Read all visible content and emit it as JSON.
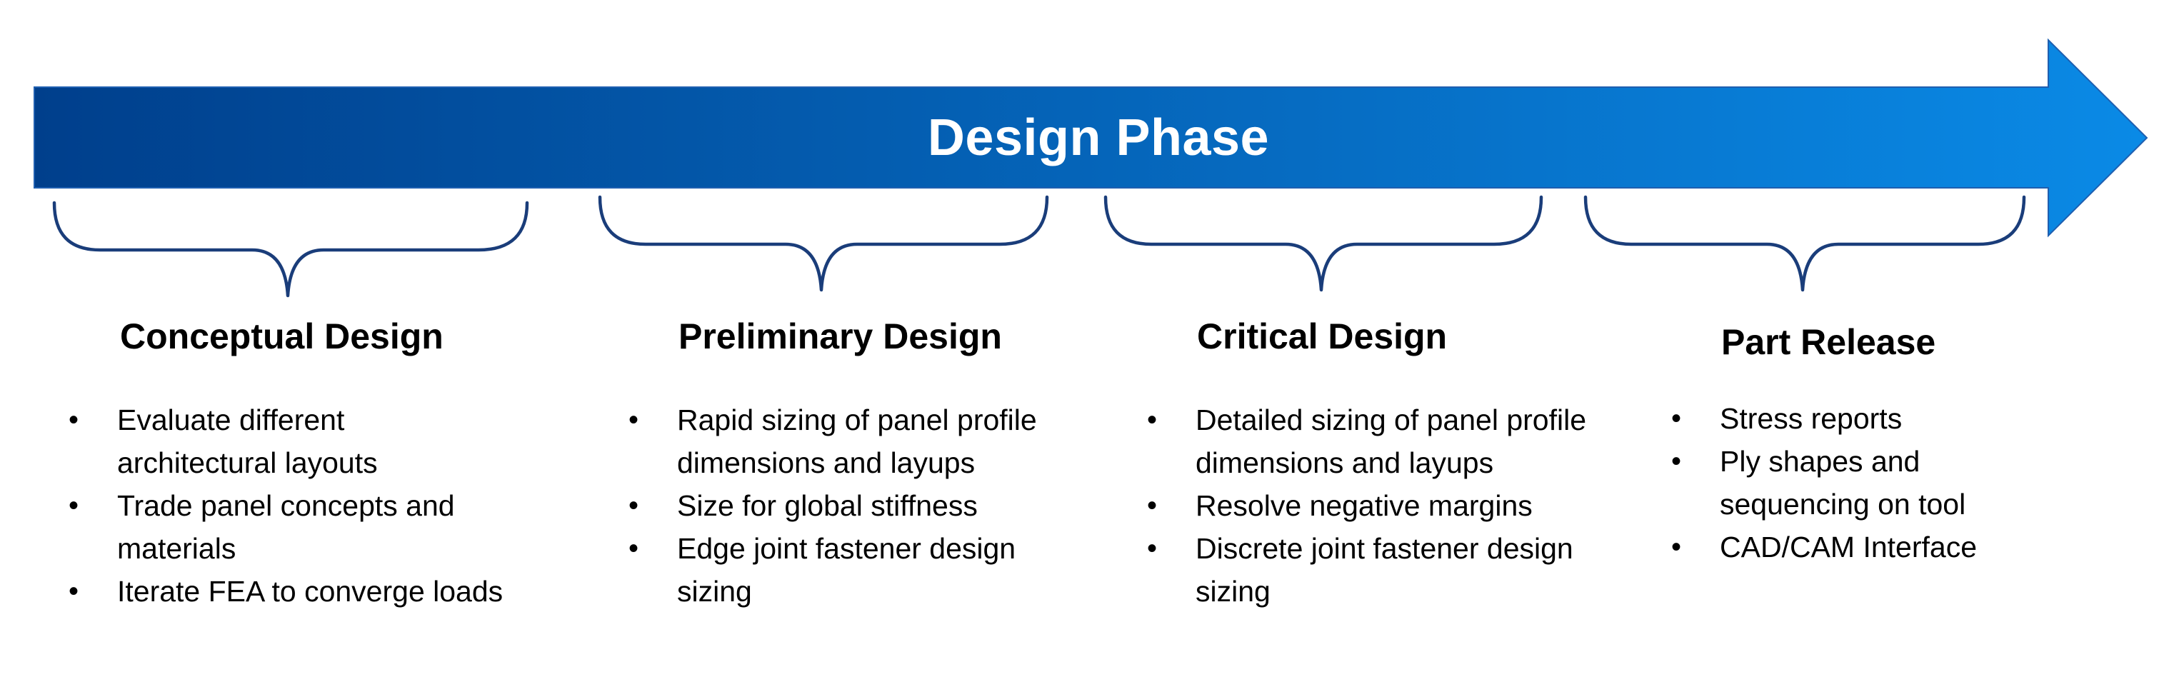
{
  "arrow": {
    "label": "Design Phase",
    "gradient_start": "#003f8c",
    "gradient_end": "#0a8ae6"
  },
  "brace_color": "#1a3d7a",
  "phases": [
    {
      "title": "Conceptual Design",
      "bullets": [
        "Evaluate different architectural layouts",
        "Trade panel concepts and materials",
        "Iterate FEA to converge loads"
      ]
    },
    {
      "title": "Preliminary Design",
      "bullets": [
        "Rapid sizing of panel profile dimensions and layups",
        "Size for global stiffness",
        "Edge joint fastener design sizing"
      ]
    },
    {
      "title": "Critical Design",
      "bullets": [
        "Detailed sizing of panel profile dimensions and layups",
        "Resolve negative margins",
        "Discrete joint fastener design sizing"
      ]
    },
    {
      "title": "Part Release",
      "bullets": [
        "Stress reports",
        "Ply shapes and sequencing on tool",
        "CAD/CAM Interface"
      ]
    }
  ]
}
